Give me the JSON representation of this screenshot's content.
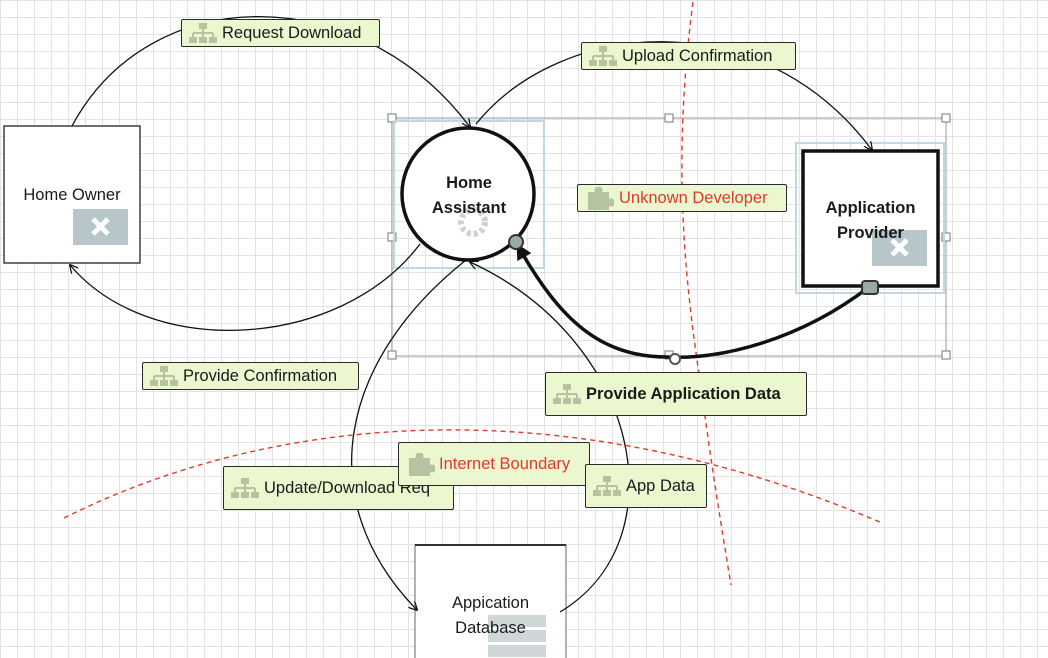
{
  "nodes": {
    "home_owner": "Home Owner",
    "home_assistant": "Home\nAssistant",
    "application_provider": "Application\nProvider",
    "application_database": "Appication\nDatabase"
  },
  "flows": {
    "request_download": "Request Download",
    "upload_confirmation": "Upload Confirmation",
    "provide_confirmation": "Provide Confirmation",
    "provide_application_data": "Provide Application Data",
    "update_download_req": "Update/Download Req",
    "app_data": "App Data"
  },
  "boundaries": {
    "unknown_developer": "Unknown Developer",
    "internet_boundary": "Internet Boundary"
  },
  "colors": {
    "label_fill": "#eaf7cf",
    "boundary_red": "#e03a2c",
    "grid": "#e3e3e3"
  },
  "icons": {
    "flow": "hierarchy-icon",
    "boundary": "puzzle-piece-icon",
    "interactor": "x-placeholder-icon",
    "process": "gear-icon",
    "datastore": "server-icon"
  }
}
